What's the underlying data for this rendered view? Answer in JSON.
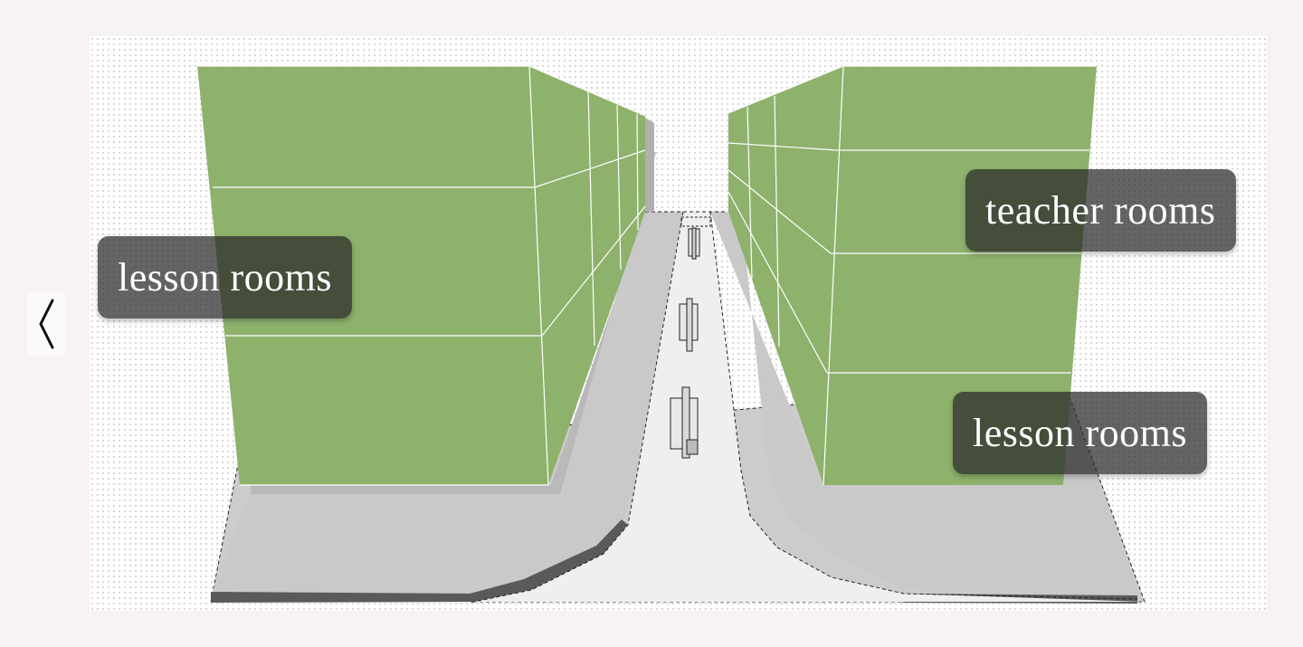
{
  "navigation": {
    "prev_icon": "chevron-left-icon"
  },
  "diagram": {
    "labels": {
      "left_building": "lesson rooms",
      "right_building_upper": "teacher rooms",
      "right_building_lower": "lesson rooms"
    },
    "colors": {
      "building_green": "#8eb16c",
      "ground_gray": "#cccccc",
      "path_light": "#f0f0f0",
      "label_bg": "#3a3a3a",
      "page_bg": "#f7f2f6"
    }
  }
}
